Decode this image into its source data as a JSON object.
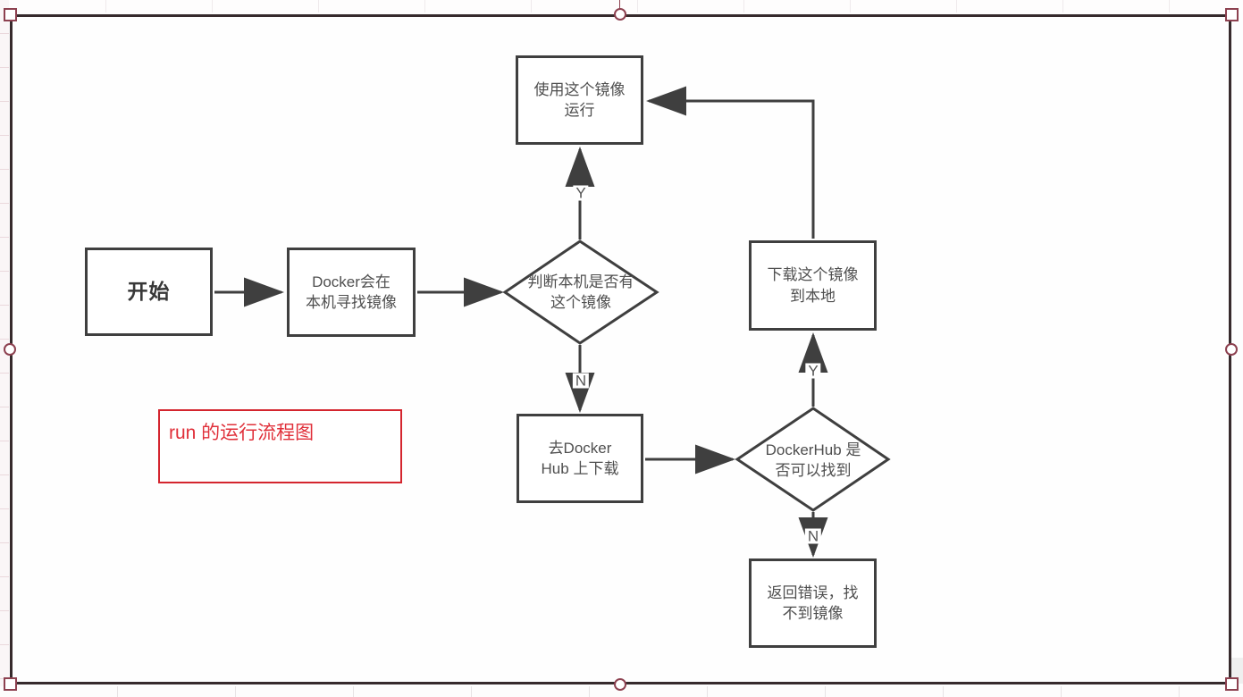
{
  "flowchart": {
    "stroke_color": "#3f3f3f",
    "nodes": {
      "start": {
        "label": "开始"
      },
      "search_local": {
        "label": "Docker会在\n本机寻找镜像"
      },
      "has_image_decision": {
        "label": "判断本机是否有\n这个镜像"
      },
      "run_image": {
        "label": "使用这个镜像\n运行"
      },
      "download_image": {
        "label": "下载这个镜像\n到本地"
      },
      "goto_hub": {
        "label": "去Docker\nHub 上下载"
      },
      "hub_found_decision": {
        "label": "DockerHub 是\n否可以找到"
      },
      "return_error": {
        "label": "返回错误，找\n不到镜像"
      }
    },
    "branch_labels": {
      "has_image_yes": "Y",
      "has_image_no": "N",
      "hub_found_yes": "Y",
      "hub_found_no": "N"
    },
    "caption": {
      "label": "run 的运行流程图",
      "color": "#e0303a",
      "border_color": "#d4252e"
    }
  },
  "selection": {
    "handle_color": "#8d4150",
    "frame_color": "#362a2c"
  }
}
